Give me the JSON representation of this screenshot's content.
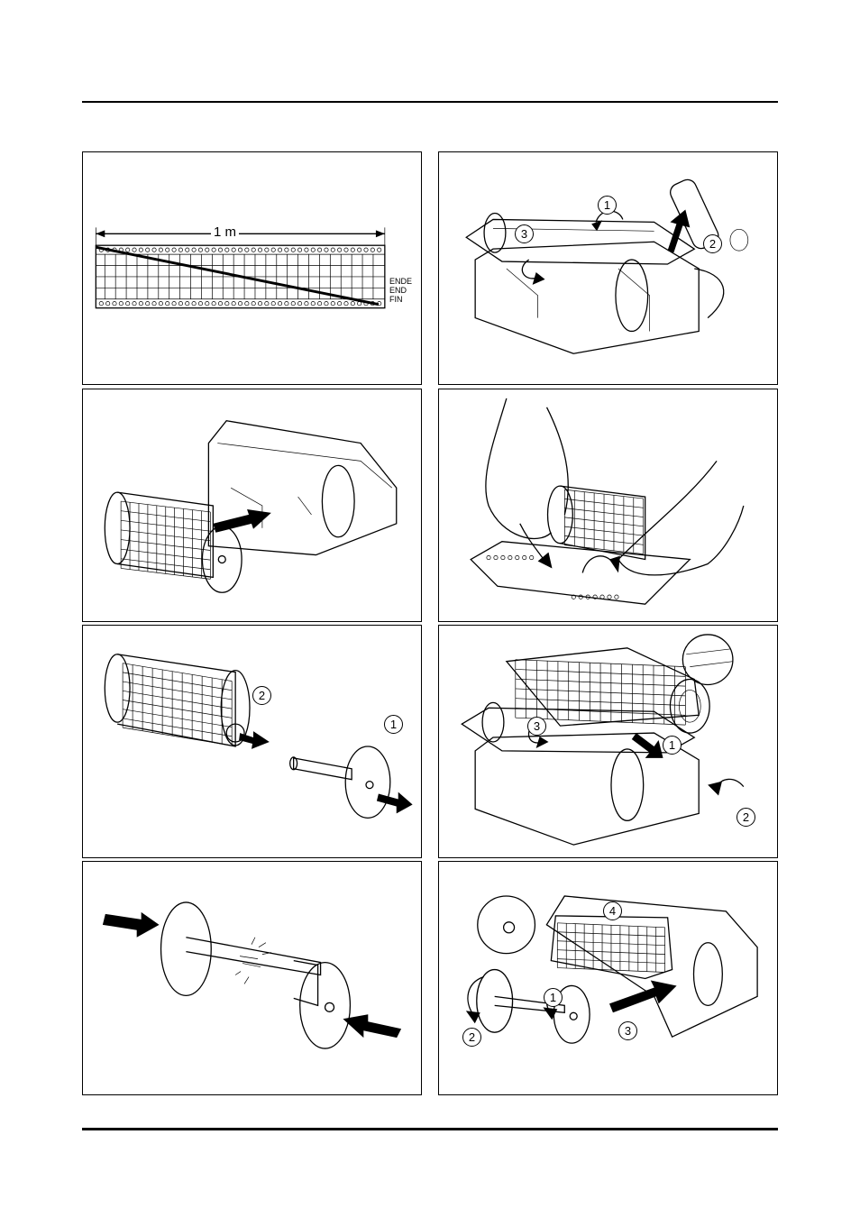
{
  "paper_end_labels": [
    "ENDE",
    "END",
    "FIN"
  ],
  "measure_label": "1 m",
  "step_numbers": {
    "one": "1",
    "two": "2",
    "three": "3",
    "four": "4"
  }
}
